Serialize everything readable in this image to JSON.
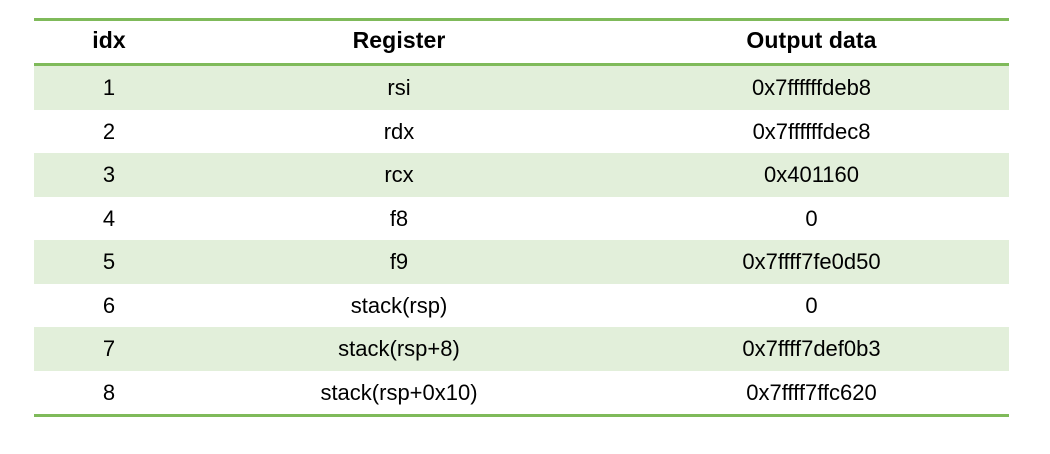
{
  "table": {
    "columns": [
      {
        "key": "idx",
        "label": "idx"
      },
      {
        "key": "register",
        "label": "Register"
      },
      {
        "key": "output",
        "label": "Output data"
      }
    ],
    "rows": [
      {
        "idx": "1",
        "register": "rsi",
        "output": "0x7ffffffdeb8"
      },
      {
        "idx": "2",
        "register": "rdx",
        "output": "0x7ffffffdec8"
      },
      {
        "idx": "3",
        "register": "rcx",
        "output": "0x401160"
      },
      {
        "idx": "4",
        "register": "f8",
        "output": "0"
      },
      {
        "idx": "5",
        "register": "f9",
        "output": "0x7ffff7fe0d50"
      },
      {
        "idx": "6",
        "register": "stack(rsp)",
        "output": "0"
      },
      {
        "idx": "7",
        "register": "stack(rsp+8)",
        "output": "0x7ffff7def0b3"
      },
      {
        "idx": "8",
        "register": "stack(rsp+0x10)",
        "output": "0x7ffff7ffc620"
      }
    ]
  },
  "style": {
    "rule_color": "#7fba5a",
    "shaded_row_color": "#e2efda",
    "text_color": "#000000",
    "background_color": "#ffffff"
  }
}
